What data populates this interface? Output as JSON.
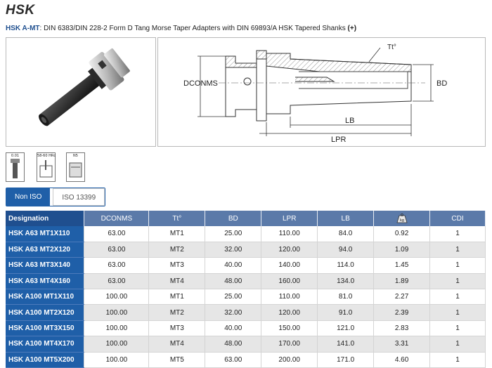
{
  "brand": "HSK",
  "subtitle": {
    "series": "HSK A-MT",
    "description": ": DIN 6383/DIN 228-2 Form D Tang Morse Taper Adapters with DIN 69893/A HSK Tapered Shanks",
    "expand": "(+)"
  },
  "drawing_labels": {
    "dconms": "DCONMS",
    "tt": "Tt°",
    "bd": "BD",
    "lb": "LB",
    "lpr": "LPR"
  },
  "pictograms": [
    {
      "name": "runout",
      "caption": "0.01"
    },
    {
      "name": "hardness",
      "caption": "58-60 HRc"
    },
    {
      "name": "finish",
      "caption": "N5"
    }
  ],
  "tabs": [
    {
      "label": "Non ISO",
      "active": true
    },
    {
      "label": "ISO 13399",
      "active": false
    }
  ],
  "table": {
    "columns": [
      "Designation",
      "DCONMS",
      "Tt°",
      "BD",
      "LPR",
      "LB",
      "kg",
      "CDI"
    ],
    "rows": [
      [
        "HSK A63 MT1X110",
        "63.00",
        "MT1",
        "25.00",
        "110.00",
        "84.0",
        "0.92",
        "1"
      ],
      [
        "HSK A63 MT2X120",
        "63.00",
        "MT2",
        "32.00",
        "120.00",
        "94.0",
        "1.09",
        "1"
      ],
      [
        "HSK A63 MT3X140",
        "63.00",
        "MT3",
        "40.00",
        "140.00",
        "114.0",
        "1.45",
        "1"
      ],
      [
        "HSK A63 MT4X160",
        "63.00",
        "MT4",
        "48.00",
        "160.00",
        "134.0",
        "1.89",
        "1"
      ],
      [
        "HSK A100 MT1X110",
        "100.00",
        "MT1",
        "25.00",
        "110.00",
        "81.0",
        "2.27",
        "1"
      ],
      [
        "HSK A100 MT2X120",
        "100.00",
        "MT2",
        "32.00",
        "120.00",
        "91.0",
        "2.39",
        "1"
      ],
      [
        "HSK A100 MT3X150",
        "100.00",
        "MT3",
        "40.00",
        "150.00",
        "121.0",
        "2.83",
        "1"
      ],
      [
        "HSK A100 MT4X170",
        "100.00",
        "MT4",
        "48.00",
        "170.00",
        "141.0",
        "3.31",
        "1"
      ],
      [
        "HSK A100 MT5X200",
        "100.00",
        "MT5",
        "63.00",
        "200.00",
        "171.0",
        "4.60",
        "1"
      ]
    ]
  },
  "colors": {
    "primary": "#1f5fa8",
    "header": "#5b7aa9",
    "row_alt": "#e6e6e6"
  }
}
